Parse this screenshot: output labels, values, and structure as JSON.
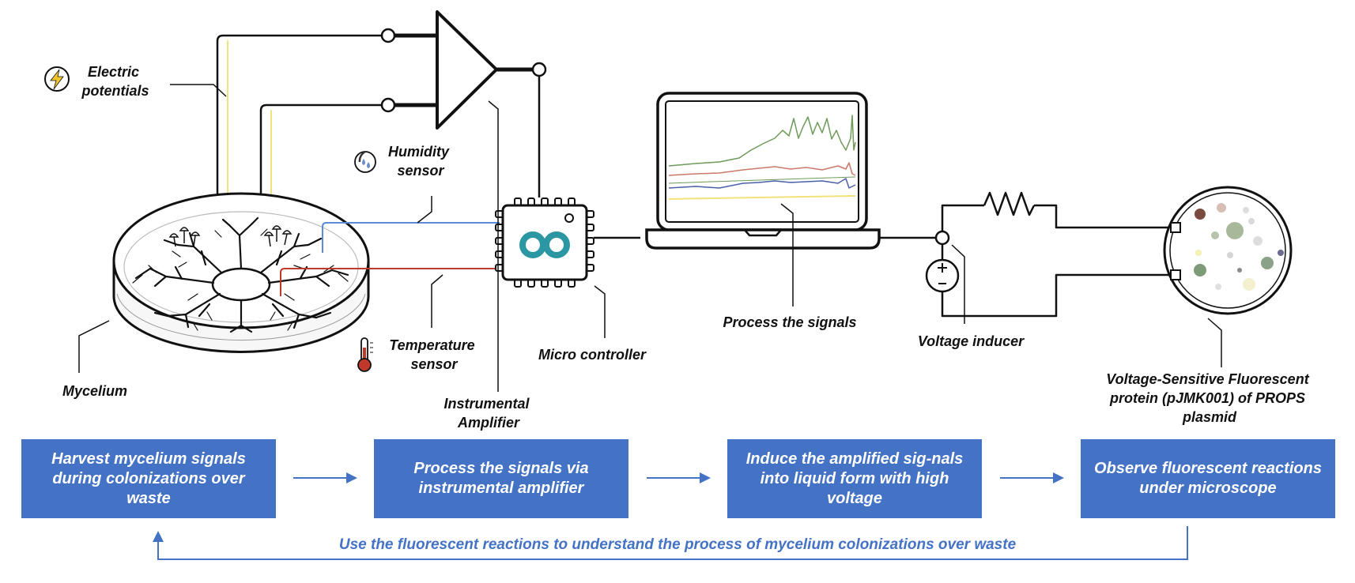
{
  "labels": {
    "electric": [
      "Electric",
      "potentials"
    ],
    "humidity": [
      "Humidity",
      "sensor"
    ],
    "temperature": [
      "Temperature",
      "sensor"
    ],
    "mycelium": "Mycelium",
    "amplifier": [
      "Instrumental",
      "Amplifier"
    ],
    "microcontroller": "Micro controller",
    "process": "Process the signals",
    "voltage": "Voltage inducer",
    "protein": [
      "Voltage-Sensitive Fluorescent",
      "protein (pJMK001) of PROPS",
      "plasmid"
    ]
  },
  "steps": [
    "Harvest mycelium signals during colonizations over waste",
    "Process the signals via instrumental amplifier",
    "Induce the amplified sig-nals into liquid form  with high voltage",
    "Observe fluorescent reactions under microscope"
  ],
  "feedback": "Use the fluorescent reactions to understand the process of mycelium colonizations over waste",
  "colors": {
    "accent_blue": "#4472c4",
    "signal_yellow": "#f2e27a",
    "humidity_wire": "#5b8bd6",
    "temperature_wire": "#c0392b",
    "graph_green": "#6e9a5a",
    "graph_red": "#c97a6a",
    "graph_blue": "#4a5fa8",
    "arduino_teal": "#2a97a3"
  },
  "icons": [
    "lightning-icon",
    "humidity-icon",
    "thermometer-icon",
    "arduino-logo-icon",
    "battery-icon",
    "resistor-icon"
  ]
}
